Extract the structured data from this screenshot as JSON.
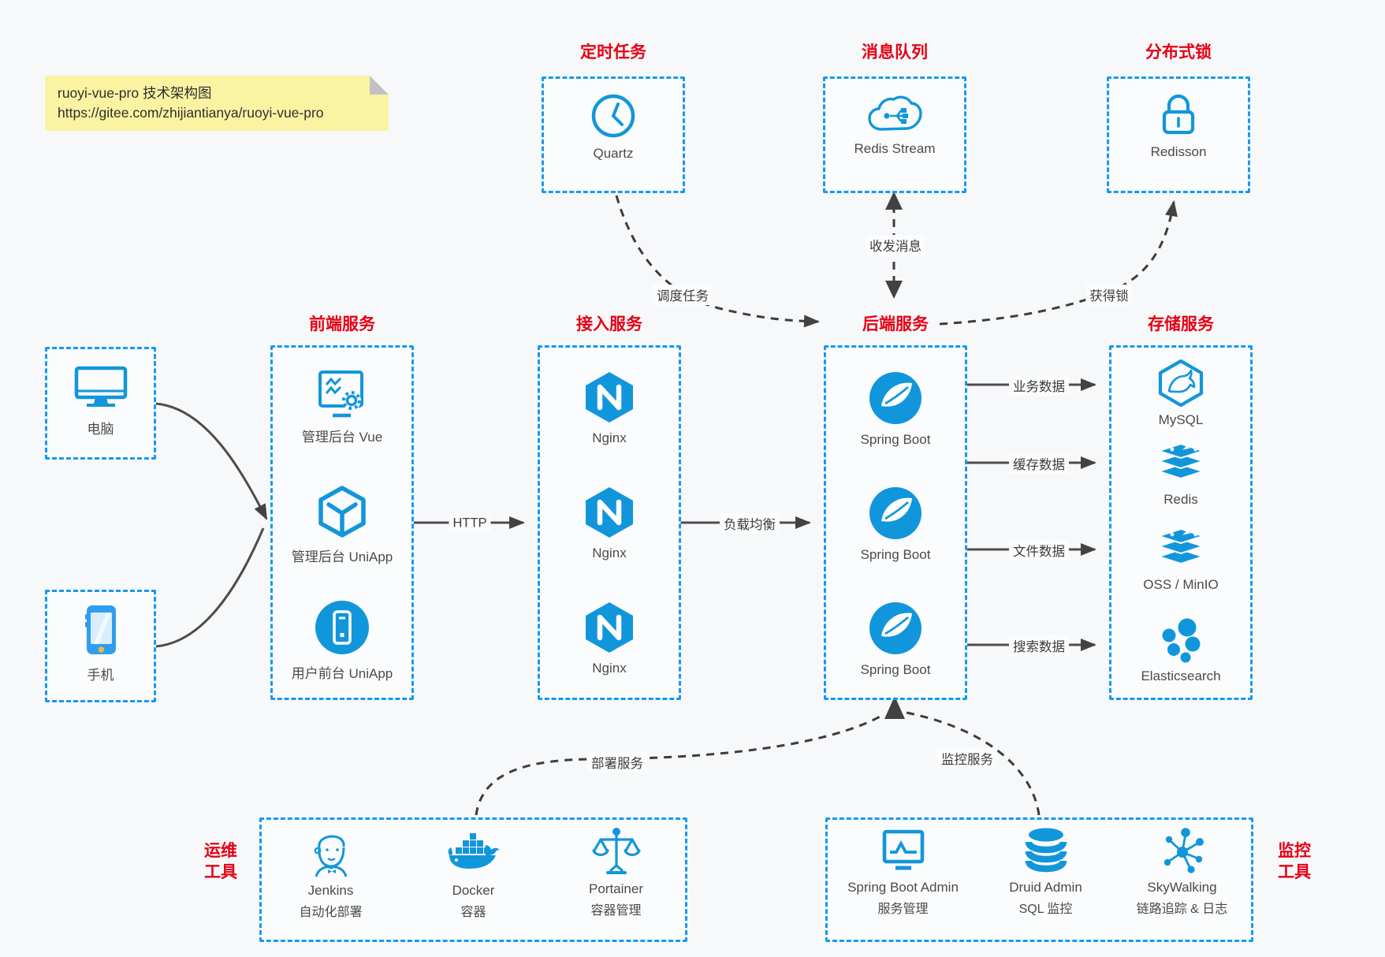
{
  "note": {
    "line1": "ruoyi-vue-pro 技术架构图",
    "line2": "https://gitee.com/zhijiantianya/ruoyi-vue-pro"
  },
  "colors": {
    "accent_border": "#1599f2",
    "icon_blue": "#1296db",
    "title_red": "#e60013",
    "arrow_dark": "#424242",
    "note_yellow": "#faf3a1"
  },
  "top_groups": {
    "scheduler": {
      "title": "定时任务",
      "node": "Quartz"
    },
    "mq": {
      "title": "消息队列",
      "node": "Redis Stream"
    },
    "lock": {
      "title": "分布式锁",
      "node": "Redisson"
    }
  },
  "clients": {
    "pc": "电脑",
    "mobile": "手机"
  },
  "columns": {
    "frontend": {
      "title": "前端服务",
      "items": [
        "管理后台 Vue",
        "管理后台 UniApp",
        "用户前台 UniApp"
      ]
    },
    "gateway": {
      "title": "接入服务",
      "items": [
        "Nginx",
        "Nginx",
        "Nginx"
      ]
    },
    "backend": {
      "title": "后端服务",
      "items": [
        "Spring Boot",
        "Spring Boot",
        "Spring Boot"
      ]
    },
    "storage": {
      "title": "存储服务",
      "items": [
        "MySQL",
        "Redis",
        "OSS / MinIO",
        "Elasticsearch"
      ]
    }
  },
  "bottom_groups": {
    "ops": {
      "label1": "运维",
      "label2": "工具",
      "items": [
        {
          "name": "Jenkins",
          "desc": "自动化部署"
        },
        {
          "name": "Docker",
          "desc": "容器"
        },
        {
          "name": "Portainer",
          "desc": "容器管理"
        }
      ]
    },
    "monitor": {
      "label1": "监控",
      "label2": "工具",
      "items": [
        {
          "name": "Spring Boot Admin",
          "desc": "服务管理"
        },
        {
          "name": "Druid Admin",
          "desc": "SQL 监控"
        },
        {
          "name": "SkyWalking",
          "desc": "链路追踪 & 日志"
        }
      ]
    }
  },
  "edges": {
    "http": "HTTP",
    "lb": "负载均衡",
    "biz": "业务数据",
    "cache": "缓存数据",
    "file": "文件数据",
    "search": "搜索数据",
    "schedule": "调度任务",
    "message": "收发消息",
    "acquire_lock": "获得锁",
    "deploy": "部署服务",
    "monitoring": "监控服务"
  },
  "icons": {
    "quartz": "clock",
    "redis_stream": "cloud-network",
    "redisson": "lock",
    "admin_vue": "screen-gear",
    "admin_uniapp": "cube",
    "user_uniapp": "phone-circle",
    "nginx": "hexagon-n",
    "spring_boot": "leaf-circle",
    "mysql": "hexagon-dolphin",
    "redis": "stack",
    "oss_minio": "stack",
    "elasticsearch": "bubbles",
    "pc": "monitor",
    "mobile": "smartphone",
    "jenkins": "butler",
    "docker": "whale",
    "portainer": "scales",
    "spring_boot_admin": "chart-monitor",
    "druid": "database",
    "skywalking": "network-nodes"
  }
}
